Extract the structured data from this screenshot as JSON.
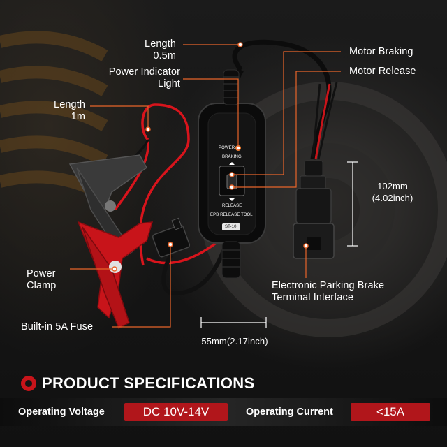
{
  "callouts": {
    "length_short": [
      "Length",
      "0.5m"
    ],
    "power_indicator": [
      "Power Indicator",
      "Light"
    ],
    "length_long": [
      "Length",
      "1m"
    ],
    "motor_braking": "Motor Braking",
    "motor_release": "Motor Release",
    "height_dim": [
      "102mm",
      "(4.02inch)"
    ],
    "width_dim": "55mm(2.17inch)",
    "power_clamp": [
      "Power",
      "Clamp"
    ],
    "fuse": "Built-in 5A Fuse",
    "terminal": [
      "Electronic Parking Brake",
      "Terminal Interface"
    ]
  },
  "device_text": {
    "power": "POWER",
    "braking": "BRAKING",
    "release": "RELEASE",
    "tool_name": "EPB RELEASE TOOL",
    "model": "ST-10"
  },
  "specs": {
    "title": "PRODUCT SPECIFICATIONS",
    "voltage_label": "Operating Voltage",
    "voltage_value": "DC 10V-14V",
    "current_label": "Operating Current",
    "current_value": "<15A"
  },
  "colors": {
    "accent_red": "#c8141a",
    "callout_orange": "#e8652a",
    "cable_red": "#d8141c"
  }
}
